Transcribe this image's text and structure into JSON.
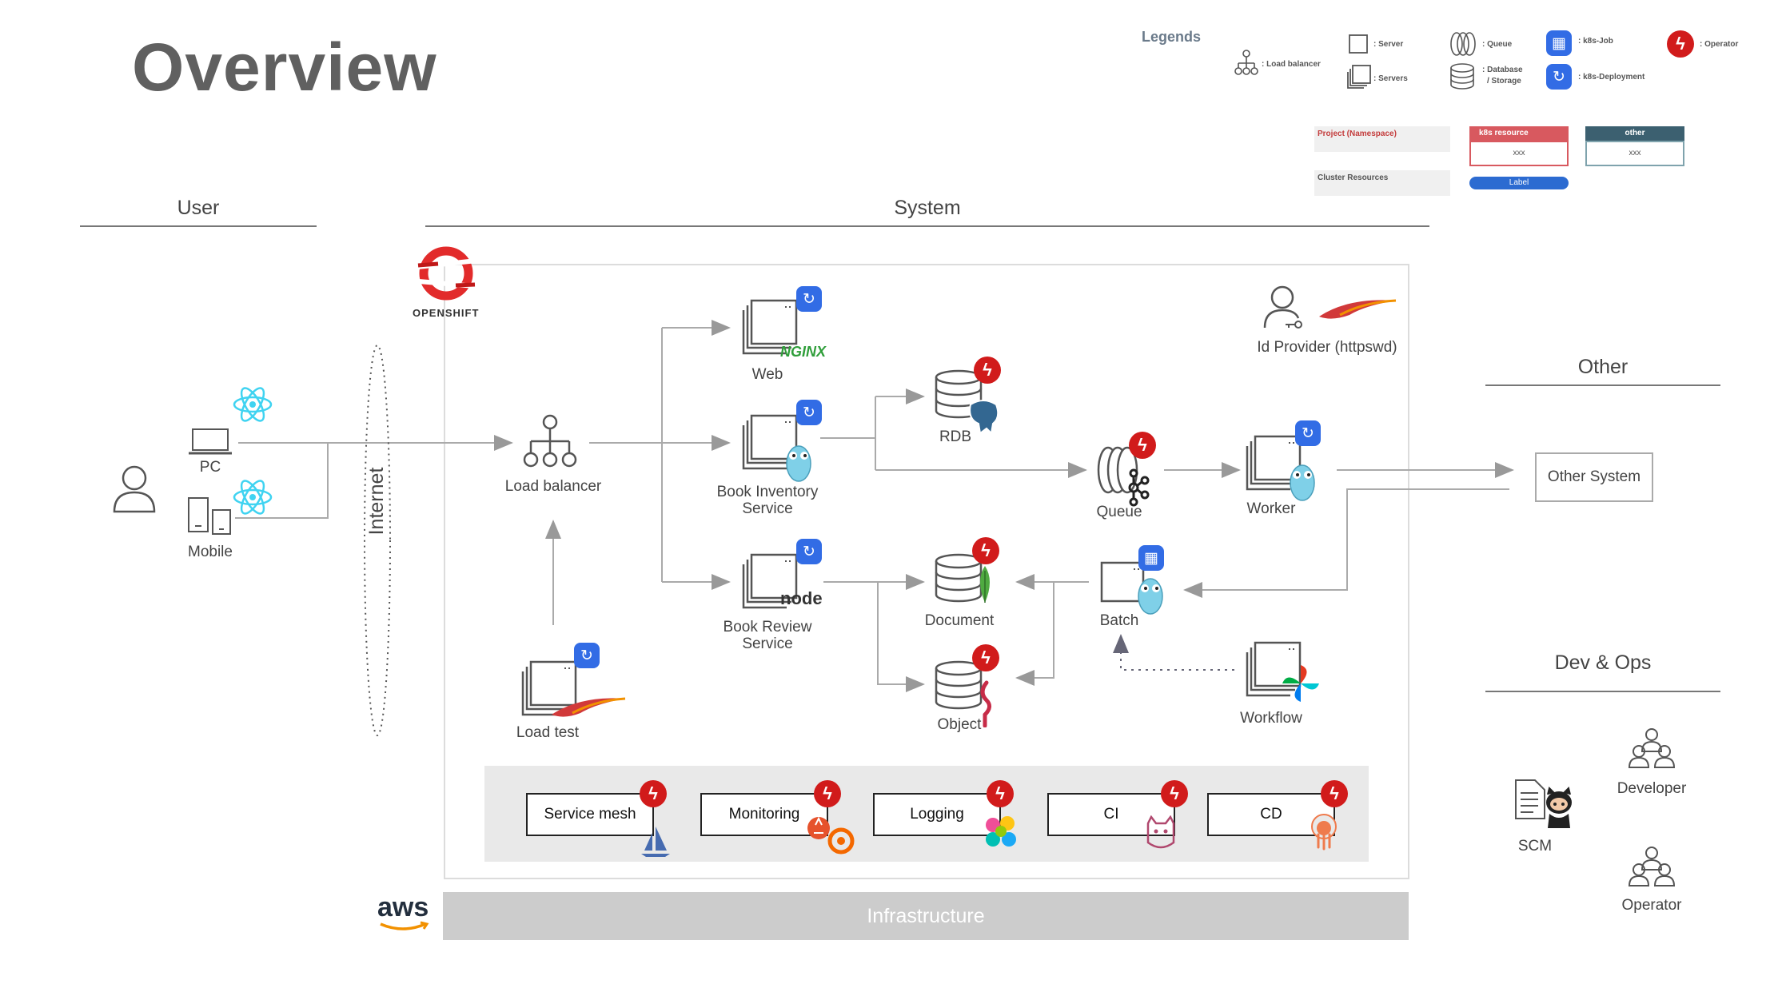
{
  "title": "Overview",
  "sections": {
    "user": "User",
    "system": "System",
    "other": "Other",
    "devops": "Dev & Ops"
  },
  "legend": {
    "heading": "Legends",
    "load_balancer": ": Load balancer",
    "server": ": Server",
    "servers": ": Servers",
    "queue": ": Queue",
    "database_line1": ": Database",
    "database_line2": "/ Storage",
    "k8s_job": ": k8s-Job",
    "k8s_deployment": ": k8s-Deployment",
    "operator": ": Operator",
    "project": "Project (Namespace)",
    "cluster": "Cluster Resources",
    "k8s_resource": "k8s resource",
    "k8s_resource_value": "xxx",
    "other": "other",
    "other_value": "xxx",
    "label": "Label"
  },
  "user": {
    "pc": "PC",
    "mobile": "Mobile",
    "internet": "Internet"
  },
  "system": {
    "openshift": "OPENSHIFT",
    "load_balancer": "Load balancer",
    "load_test": "Load test",
    "web": "Web",
    "nginx": "NGINX",
    "book_inventory_line1": "Book Inventory",
    "book_inventory_line2": "Service",
    "book_review_line1": "Book Review",
    "book_review_line2": "Service",
    "node": "node",
    "rdb": "RDB",
    "document": "Document",
    "object": "Object",
    "queue": "Queue",
    "worker": "Worker",
    "batch": "Batch",
    "workflow": "Workflow",
    "id_provider": "Id Provider (httpswd)",
    "cluster_services": [
      "Service mesh",
      "Monitoring",
      "Logging",
      "CI",
      "CD"
    ],
    "aws": "aws",
    "infrastructure": "Infrastructure"
  },
  "other": {
    "other_system": "Other System"
  },
  "devops": {
    "scm": "SCM",
    "developer": "Developer",
    "operator": "Operator"
  },
  "colors": {
    "operator_red": "#d11b1b",
    "k8s_blue": "#326ce5",
    "react_cyan": "#3fd3f1",
    "openshift_red": "#e22b2b",
    "nginx_green": "#2f9e3a",
    "gopher_blue": "#7fd0e8",
    "infrastructure_gray": "#cccccc",
    "cluster_area_gray": "#e9e9e9",
    "aws_orange": "#f29100",
    "legend_project_red": "#c43d3d",
    "legend_other_teal": "#3c6070",
    "legend_label_blue": "#2c6bd1"
  }
}
